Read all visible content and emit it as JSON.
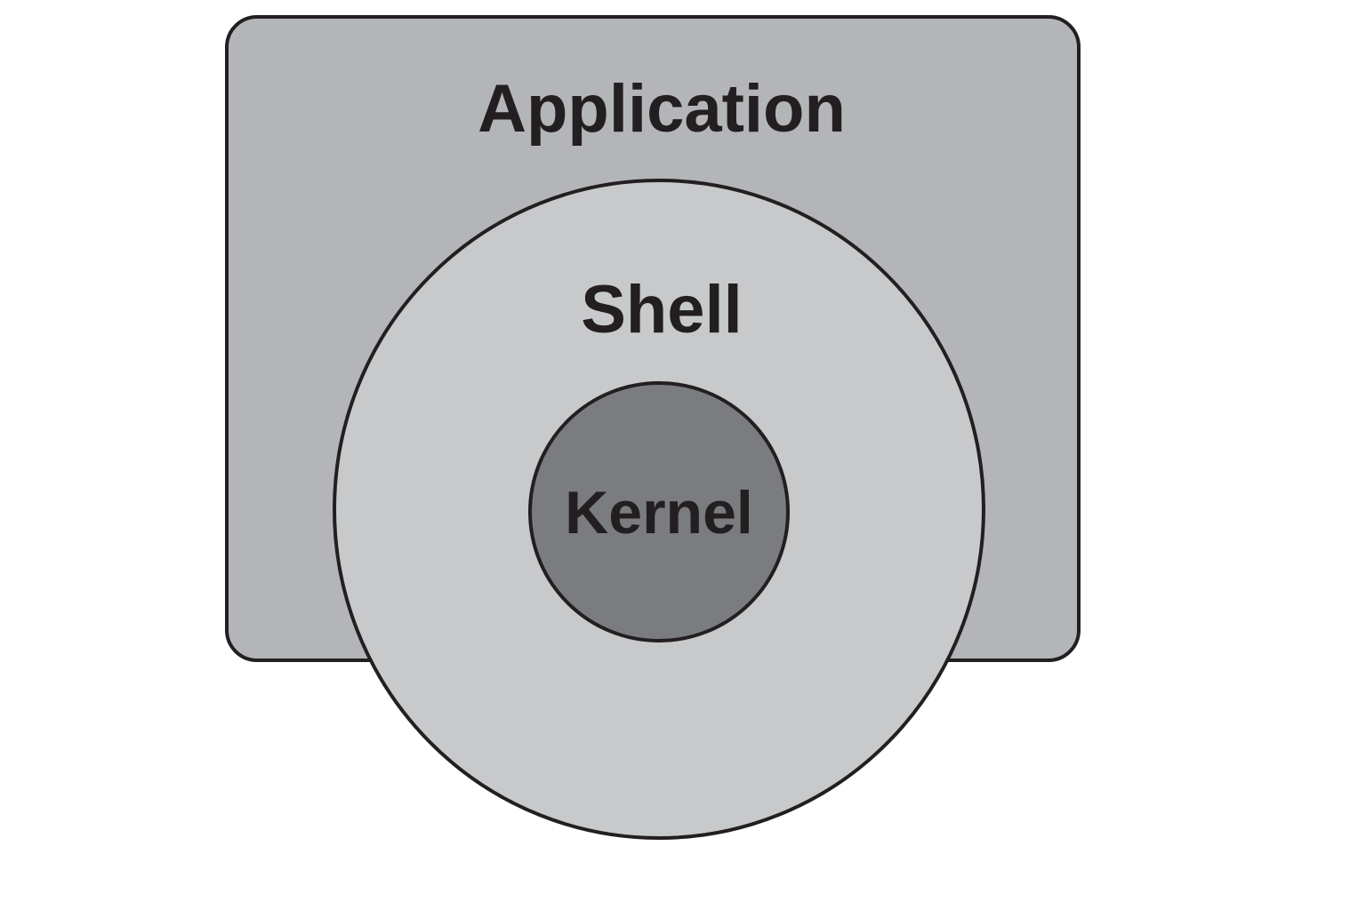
{
  "layers": {
    "application": {
      "label": "Application"
    },
    "shell": {
      "label": "Shell"
    },
    "kernel": {
      "label": "Kernel"
    }
  },
  "colors": {
    "background": "#ffffff",
    "application_fill": "#b4b5b8",
    "shell_fill": "#c8c9cb",
    "kernel_fill": "#7b7c80",
    "outline": "#231f20",
    "text": "#231f20"
  }
}
